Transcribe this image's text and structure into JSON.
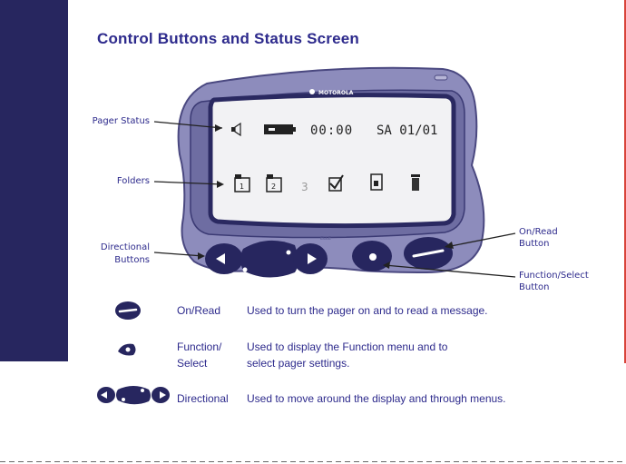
{
  "title": "Control Buttons and Status Screen",
  "brand": "MOTOROLA",
  "screen": {
    "time": "00:00",
    "date": "SA 01/01"
  },
  "callouts": {
    "pager_status": "Pager Status",
    "folders": "Folders",
    "directional_line1": "Directional",
    "directional_line2": "Buttons",
    "on_read_line1": "On/Read",
    "on_read_line2": "Button",
    "function_select_line1": "Function/Select",
    "function_select_line2": "Button"
  },
  "rows": [
    {
      "name_line1": "On/Read",
      "name_line2": "",
      "desc_line1": "Used to turn the pager on and to read a message.",
      "desc_line2": ""
    },
    {
      "name_line1": "Function/",
      "name_line2": "Select",
      "desc_line1": "Used to display the Function menu and to",
      "desc_line2": "select pager settings."
    },
    {
      "name_line1": "Directional",
      "name_line2": "",
      "desc_line1": "Used to move around the display and through menus.",
      "desc_line2": ""
    }
  ],
  "colors": {
    "text": "#2d2a8c",
    "sidebar": "#27265f",
    "pager_body": "#8d8cbc",
    "screen": "#f2f2f4",
    "screen_border": "#2a2961"
  }
}
